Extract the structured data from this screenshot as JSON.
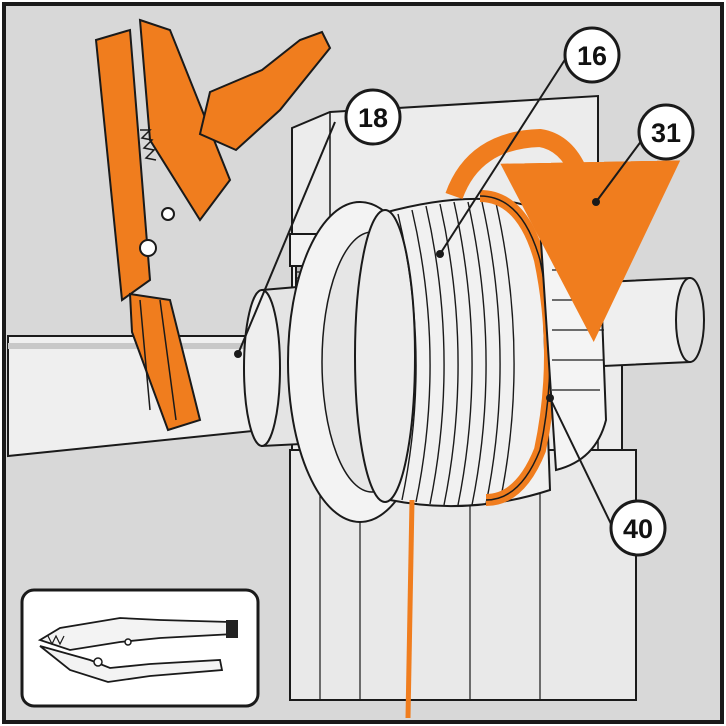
{
  "callouts": {
    "c16": "16",
    "c18": "18",
    "c31": "31",
    "c40": "40"
  },
  "colors": {
    "background": "#d8d8d8",
    "part_fill": "#f0f0f0",
    "part_shade": "#c8c8c8",
    "outline": "#1a1a1a",
    "accent": "#f07d1e",
    "accent_dark": "#c4590c"
  },
  "icons": {
    "main_tool": "locking-pliers-icon",
    "inset_tool": "locking-pliers-icon"
  }
}
